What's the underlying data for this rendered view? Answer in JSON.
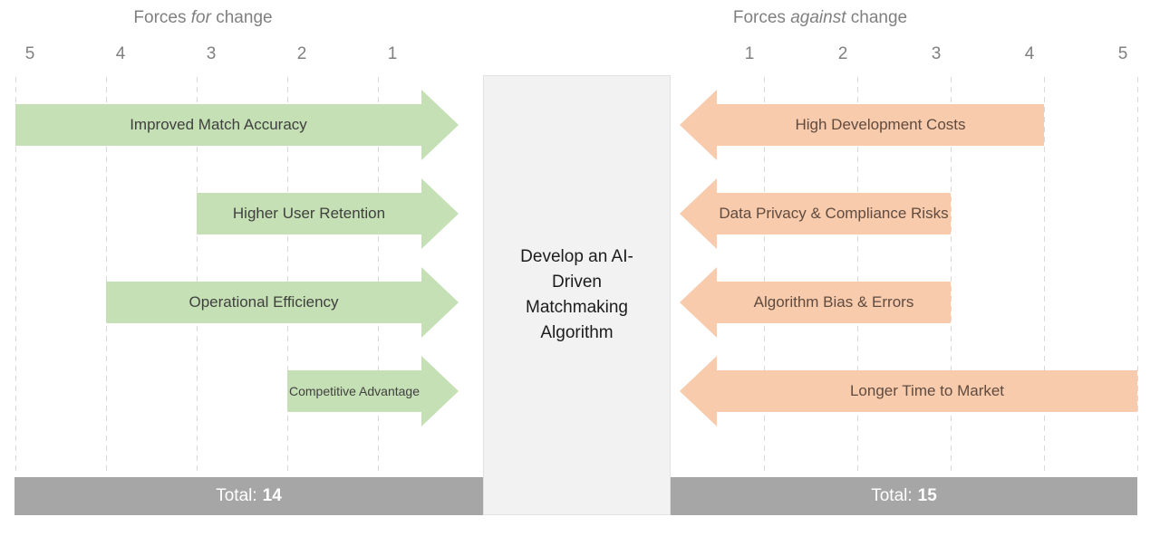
{
  "titles": {
    "left": {
      "pre": "Forces ",
      "em": "for",
      "post": " change"
    },
    "right": {
      "pre": "Forces ",
      "em": "against",
      "post": " change"
    }
  },
  "axes": {
    "left_ticks": [
      "5",
      "4",
      "3",
      "2",
      "1"
    ],
    "right_ticks": [
      "1",
      "2",
      "3",
      "4",
      "5"
    ]
  },
  "center": {
    "text": "Develop an AI-Driven Matchmaking Algorithm"
  },
  "totals": {
    "label": "Total:",
    "for": "14",
    "against": "15"
  },
  "chart_data": {
    "type": "force_field_analysis",
    "decision": "Develop an AI-Driven Matchmaking Algorithm",
    "scale_min": 1,
    "scale_max": 5,
    "forces_for": [
      {
        "label": "Improved Match Accuracy",
        "value": 5
      },
      {
        "label": "Higher User Retention",
        "value": 3
      },
      {
        "label": "Operational Efficiency",
        "value": 4
      },
      {
        "label": "Competitive Advantage",
        "value": 2
      }
    ],
    "forces_against": [
      {
        "label": "High Development Costs",
        "value": 4
      },
      {
        "label": "Data Privacy & Compliance Risks",
        "value": 3
      },
      {
        "label": "Algorithm Bias & Errors",
        "value": 3
      },
      {
        "label": "Longer Time to Market",
        "value": 5
      }
    ],
    "total_for": 14,
    "total_against": 15
  },
  "colors": {
    "for_fill": "#c5e0b4",
    "against_fill": "#f8cbad",
    "for_label_text": "#404040",
    "against_label_text": "#5f4b3f",
    "total_bar": "#a6a6a6",
    "axis_text": "#808080",
    "gridline": "#d9d9d9",
    "center_bg": "#f2f2f2"
  }
}
